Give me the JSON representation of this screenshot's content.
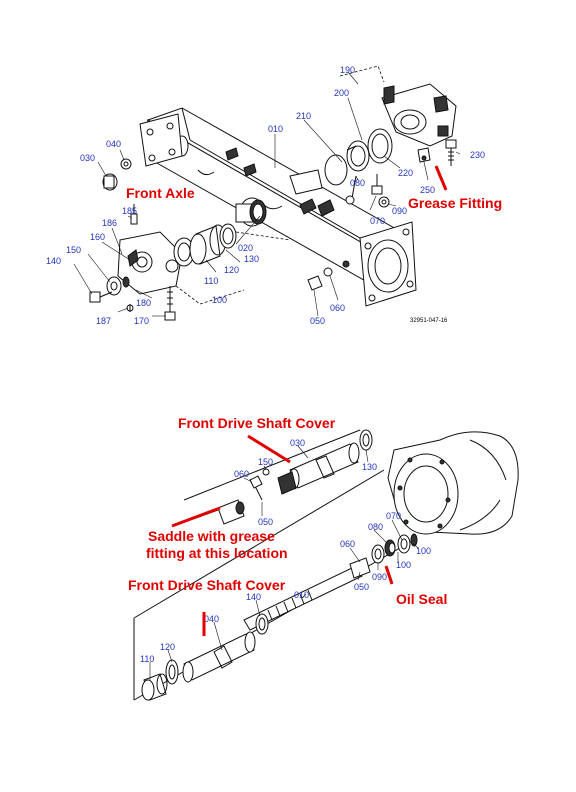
{
  "diagram_top": {
    "part_numbers": {
      "p190": "190",
      "p200": "200",
      "p210": "210",
      "p010": "010",
      "p040": "040",
      "p030": "030",
      "p220": "220",
      "p230": "230",
      "p250": "250",
      "p080": "080",
      "p070": "070",
      "p090": "090",
      "p185": "185",
      "p186": "186",
      "p160": "160",
      "p150": "150",
      "p140": "140",
      "p180": "180",
      "p187": "187",
      "p170": "170",
      "p110": "110",
      "p100": "100",
      "p120": "120",
      "p130": "130",
      "p020": "020",
      "p060": "060",
      "p050": "050"
    },
    "drawing_code": "32951-047-16",
    "annotations": {
      "front_axle": "Front Axle",
      "grease_fitting": "Grease Fitting"
    }
  },
  "diagram_bottom": {
    "part_numbers": {
      "p030": "030",
      "p130": "130",
      "p150": "150",
      "p060a": "060",
      "p050a": "050",
      "p070": "070",
      "p080": "080",
      "p100a": "100",
      "p100b": "100",
      "p060b": "060",
      "p090": "090",
      "p050b": "050",
      "p010": "010",
      "p140": "140",
      "p040": "040",
      "p120": "120",
      "p110": "110"
    },
    "annotations": {
      "front_drive_shaft_cover_top": "Front Drive Shaft Cover",
      "saddle_note_line1": "Saddle with grease",
      "saddle_note_line2": "fitting at this location",
      "front_drive_shaft_cover_mid": "Front Drive Shaft Cover",
      "oil_seal": "Oil Seal"
    }
  },
  "colors": {
    "annotation": "#e00000",
    "part_number": "#2233bb",
    "line": "#111111"
  }
}
